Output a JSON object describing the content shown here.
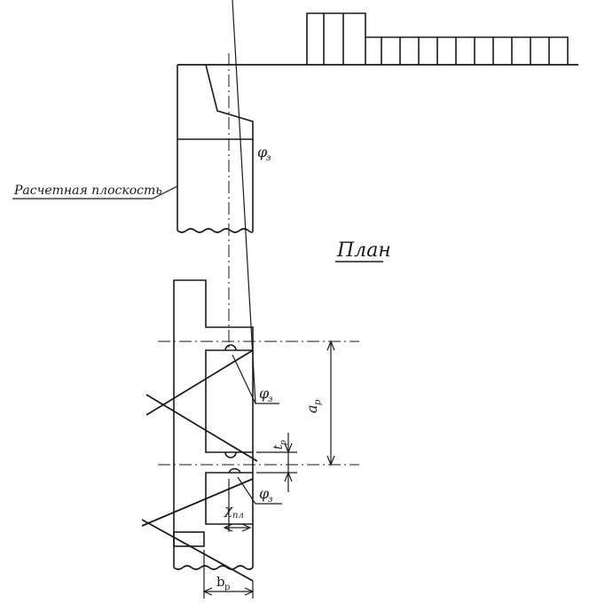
{
  "labels": {
    "calc_plane": "Расчетная плоскость",
    "plan": "План",
    "phi_top": "φ",
    "phi_top_sub": "з",
    "phi_mid": "φ",
    "phi_mid_sub": "з",
    "phi_low": "φ",
    "phi_low_sub": "з",
    "a_p": "a",
    "a_p_sub": "p",
    "t_p": "t",
    "t_p_sub": "p",
    "chi": "χ",
    "chi_sub": "пл",
    "b_p": "b",
    "b_p_sub": "p"
  },
  "colors": {
    "line": "#1a1a1a",
    "background": "#ffffff"
  }
}
